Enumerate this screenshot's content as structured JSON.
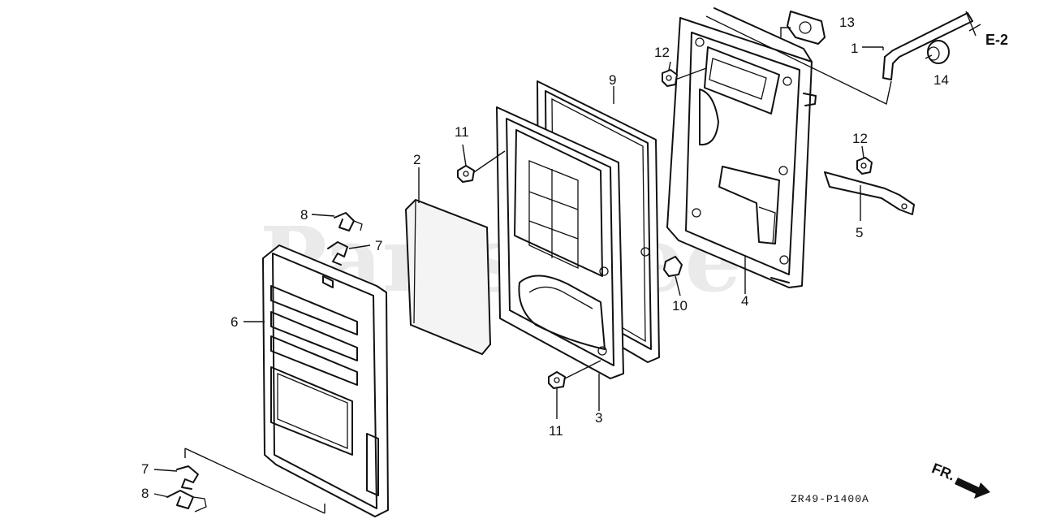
{
  "watermark": "PartsTree",
  "callouts": {
    "p1": "1",
    "p2": "2",
    "p3": "3",
    "p4": "4",
    "p5": "5",
    "p6": "6",
    "p7a": "7",
    "p7b": "7",
    "p8a": "8",
    "p8b": "8",
    "p9": "9",
    "p10": "10",
    "p11a": "11",
    "p11b": "11",
    "p12a": "12",
    "p12b": "12",
    "p13": "13",
    "p14": "14"
  },
  "ref_label": "E-2",
  "front_label": "FR.",
  "diagram_code": "ZR49-P1400A"
}
